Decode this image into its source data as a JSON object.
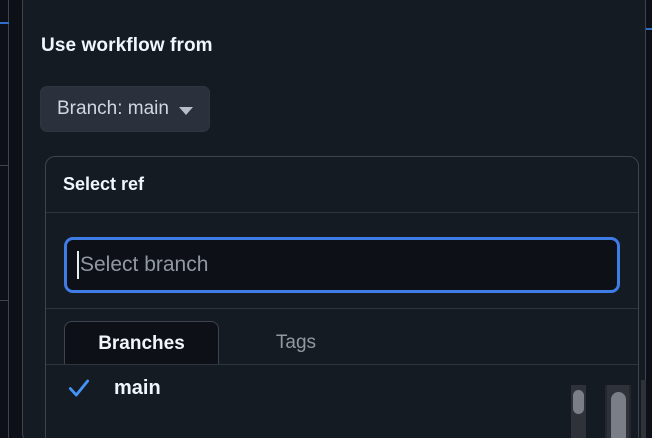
{
  "popover": {
    "title": "Use workflow from",
    "branch_button": {
      "label": "Branch: main",
      "caret_icon": "chevron-down-icon"
    }
  },
  "ref_dialog": {
    "header_title": "Select ref",
    "search": {
      "placeholder": "Select branch",
      "value": "",
      "focused": true,
      "caret_visible": true
    },
    "tabs": [
      {
        "label": "Branches",
        "active": true
      },
      {
        "label": "Tags",
        "active": false
      }
    ],
    "list": [
      {
        "label": "main",
        "selected": true,
        "check_icon": "check-icon"
      }
    ]
  },
  "colors": {
    "page_background": "#0d1117",
    "panel_background": "#151b23",
    "panel_border": "#3d444d",
    "text_primary": "#f0f6fc",
    "text_muted": "#9198a1",
    "accent_focus": "#3f7ce6",
    "accent_check": "#4493f8",
    "button_background": "#2a313c",
    "divider": "#2f353d",
    "scrollbar_thumb": "#7a7f87",
    "scrollbar_track": "#2f3339"
  }
}
